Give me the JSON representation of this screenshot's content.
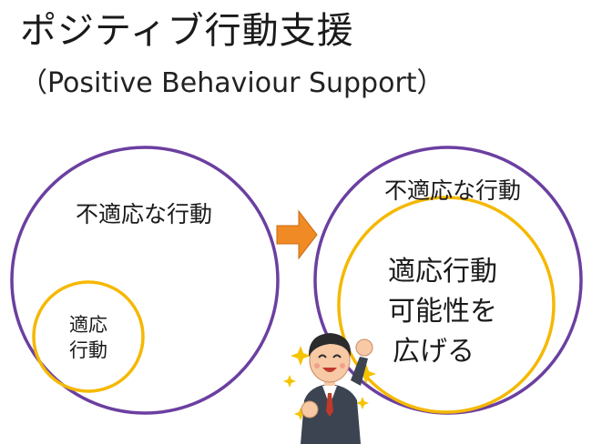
{
  "slide": {
    "title": "ポジティブ行動支援",
    "subtitle": "（Positive Behaviour Support）"
  },
  "diagram": {
    "left": {
      "outer_label": "不適応な行動",
      "inner_label_line1": "適応",
      "inner_label_line2": "行動"
    },
    "right": {
      "outer_label": "不適応な行動",
      "inner_label_line1": "適応行動",
      "inner_label_line2": "可能性を",
      "inner_label_line3": "広げる"
    },
    "colors": {
      "outer_circle": "#6b3fa0",
      "inner_circle": "#f5b800",
      "arrow": "#f08a24"
    },
    "icons": [
      "arrow-right-icon",
      "cheering-person-illustration",
      "sparkle-icon"
    ]
  }
}
